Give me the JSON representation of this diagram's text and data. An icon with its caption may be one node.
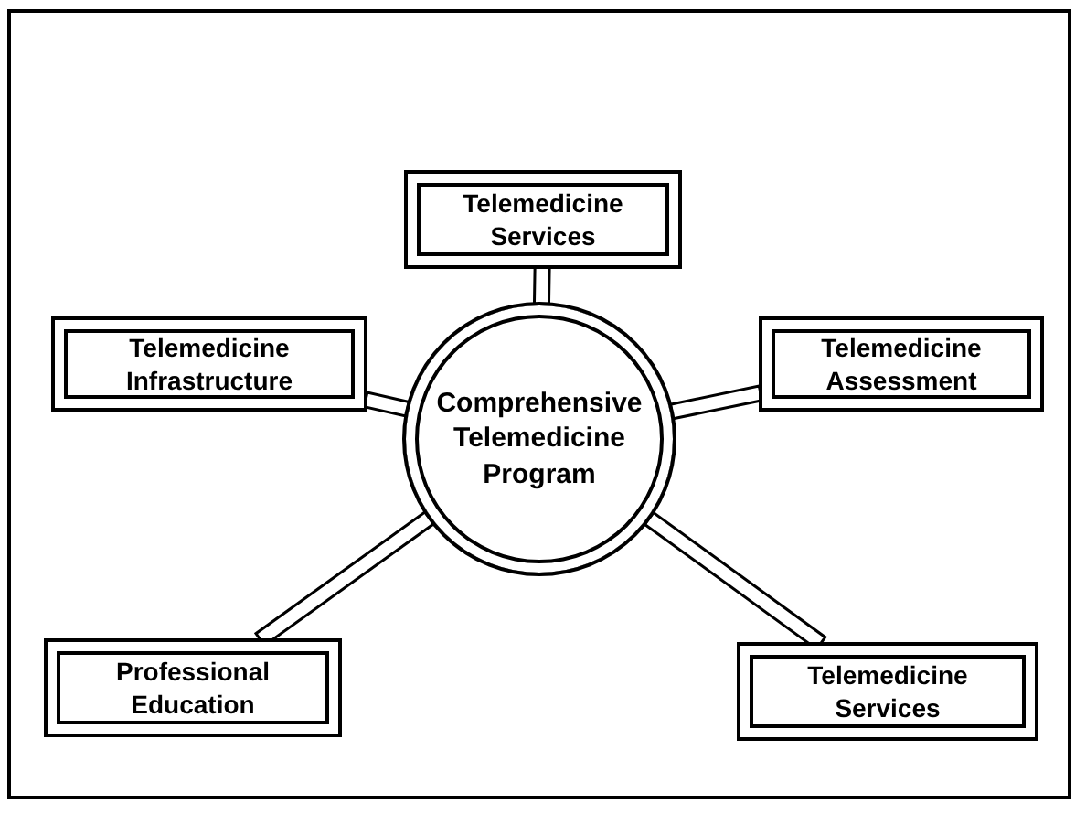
{
  "diagram": {
    "nodes": [
      {
        "text": [
          "Telemedicine Services"
        ]
      },
      {
        "text": [
          "Telemedicine Infrastructure"
        ]
      },
      {
        "text": [
          "Telemedicine Assessment"
        ]
      },
      {
        "text": [
          "Comprehensive Telemedicine Program"
        ]
      },
      {
        "text": [
          "Professional Education"
        ]
      },
      {
        "text": [
          "Telemedicine Services"
        ]
      }
    ],
    "edges": [
      {
        "from": 3,
        "to": 0,
        "arrow": "none"
      },
      {
        "from": 3,
        "to": 1,
        "arrow": "none"
      },
      {
        "from": 3,
        "to": 2,
        "arrow": "none"
      },
      {
        "from": 3,
        "to": 4,
        "arrow": "none"
      },
      {
        "from": 3,
        "to": 5,
        "arrow": "none"
      }
    ]
  }
}
